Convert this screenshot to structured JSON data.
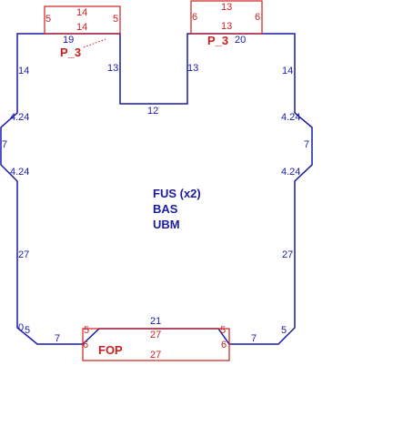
{
  "colors": {
    "outline": "#1a1aa6",
    "accent": "#cc1f1f",
    "background": "#ffffff"
  },
  "main_labels": [
    "FUS (x2)",
    "BAS",
    "UBM"
  ],
  "part_labels": {
    "tab_left": "P_3",
    "tab_right": "P_3",
    "bottom": "FOP"
  },
  "tab_left_dims": {
    "top": "14",
    "inner": "14",
    "left": "5",
    "right": "5"
  },
  "tab_right_dims": {
    "top": "13",
    "inner": "13",
    "left": "6",
    "right": "6"
  },
  "bottom_dims": {
    "inner": "27",
    "bottom": "27",
    "top_left": "5",
    "top_right": "5",
    "side_left": "6",
    "side_right": "6"
  },
  "outline_dims": {
    "top_left": "19",
    "top_right": "20",
    "notch_left": "13",
    "notch_right": "13",
    "notch_bottom": "12",
    "left_upper": "14",
    "left_chamfer_upper": "4.24",
    "left_middle": "7",
    "left_chamfer_lower": "4.24",
    "left_lower": "27",
    "right_upper": "14",
    "right_chamfer_upper": "4.24",
    "right_middle": "7",
    "right_chamfer_lower": "4.24",
    "right_lower": "27",
    "bottom_left_corner": "0",
    "bottom_left_chamfer": "5",
    "bottom_left_edge": "7",
    "bottom_center": "21",
    "bottom_right_edge": "7",
    "bottom_right_chamfer": "5"
  }
}
